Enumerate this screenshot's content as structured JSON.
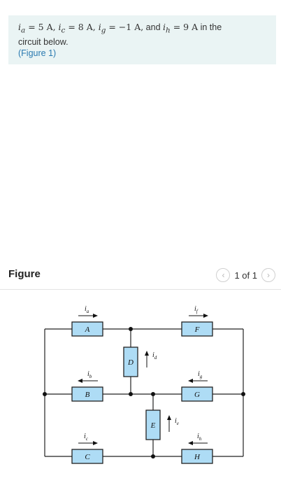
{
  "problem": {
    "eq_a": "i",
    "sub_a": "a",
    "val_a": " = 5 A, ",
    "eq_c": "i",
    "sub_c": "c",
    "val_c": " = 8 A, ",
    "eq_g": "i",
    "sub_g": "g",
    "val_g": " = −1 A,",
    "and_text": " and ",
    "eq_h": "i",
    "sub_h": "h",
    "val_h": " = 9 A",
    "in_the": " in the",
    "line2": "circuit below.",
    "figure_link": "(Figure 1)"
  },
  "figure": {
    "title": "Figure",
    "pager_text": "1 of 1",
    "prev_icon": "chevron-left-icon",
    "next_icon": "chevron-right-icon"
  },
  "circuit": {
    "elements": [
      "A",
      "B",
      "C",
      "D",
      "E",
      "F",
      "G",
      "H"
    ],
    "currents": {
      "ia": "i",
      "ia_sub": "a",
      "ib": "i",
      "ib_sub": "b",
      "ic": "i",
      "ic_sub": "c",
      "id": "i",
      "id_sub": "d",
      "ie": "i",
      "ie_sub": "e",
      "if": "i",
      "if_sub": "f",
      "ig": "i",
      "ig_sub": "g",
      "ih": "i",
      "ih_sub": "h"
    },
    "box_color": "#aedcf5"
  }
}
